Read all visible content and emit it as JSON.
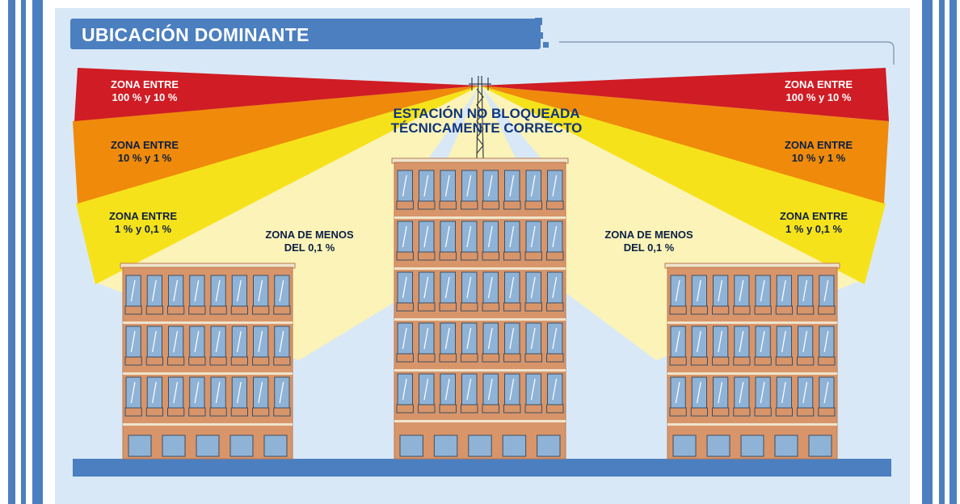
{
  "title": "UBICACIÓN DOMINANTE",
  "station_label": {
    "line1": "ESTACIÓN NO BLOQUEADA",
    "line2": "TÉCNICAMENTE CORRECTO"
  },
  "zones": {
    "left_red": {
      "line1": "ZONA ENTRE",
      "line2": "100 % y 10 %"
    },
    "left_orange": {
      "line1": "ZONA ENTRE",
      "line2": "10 % y 1 %"
    },
    "left_yellow": {
      "line1": "ZONA ENTRE",
      "line2": "1 % y 0,1 %"
    },
    "left_low": {
      "line1": "ZONA DE MENOS",
      "line2": "DEL 0,1 %"
    },
    "right_red": {
      "line1": "ZONA ENTRE",
      "line2": "100 % y 10 %"
    },
    "right_orange": {
      "line1": "ZONA ENTRE",
      "line2": "10 % y 1 %"
    },
    "right_yellow": {
      "line1": "ZONA ENTRE",
      "line2": "1 % y 0,1 %"
    },
    "right_low": {
      "line1": "ZONA DE MENOS",
      "line2": "DEL 0,1 %"
    }
  },
  "colors": {
    "stripe_blue": "#4b7fc0",
    "background": "#d9e8f7",
    "zone_red": "#d01c24",
    "zone_orange": "#ef8a0b",
    "zone_yellow": "#f6e21a",
    "zone_low": "#fbf3b8",
    "facade": "#d8956a",
    "window": "#8fb3d6",
    "ground": "#4b7fc0"
  },
  "icons": {
    "antenna": "antenna-tower-icon",
    "logo": "pixel-squares-logo-icon"
  }
}
